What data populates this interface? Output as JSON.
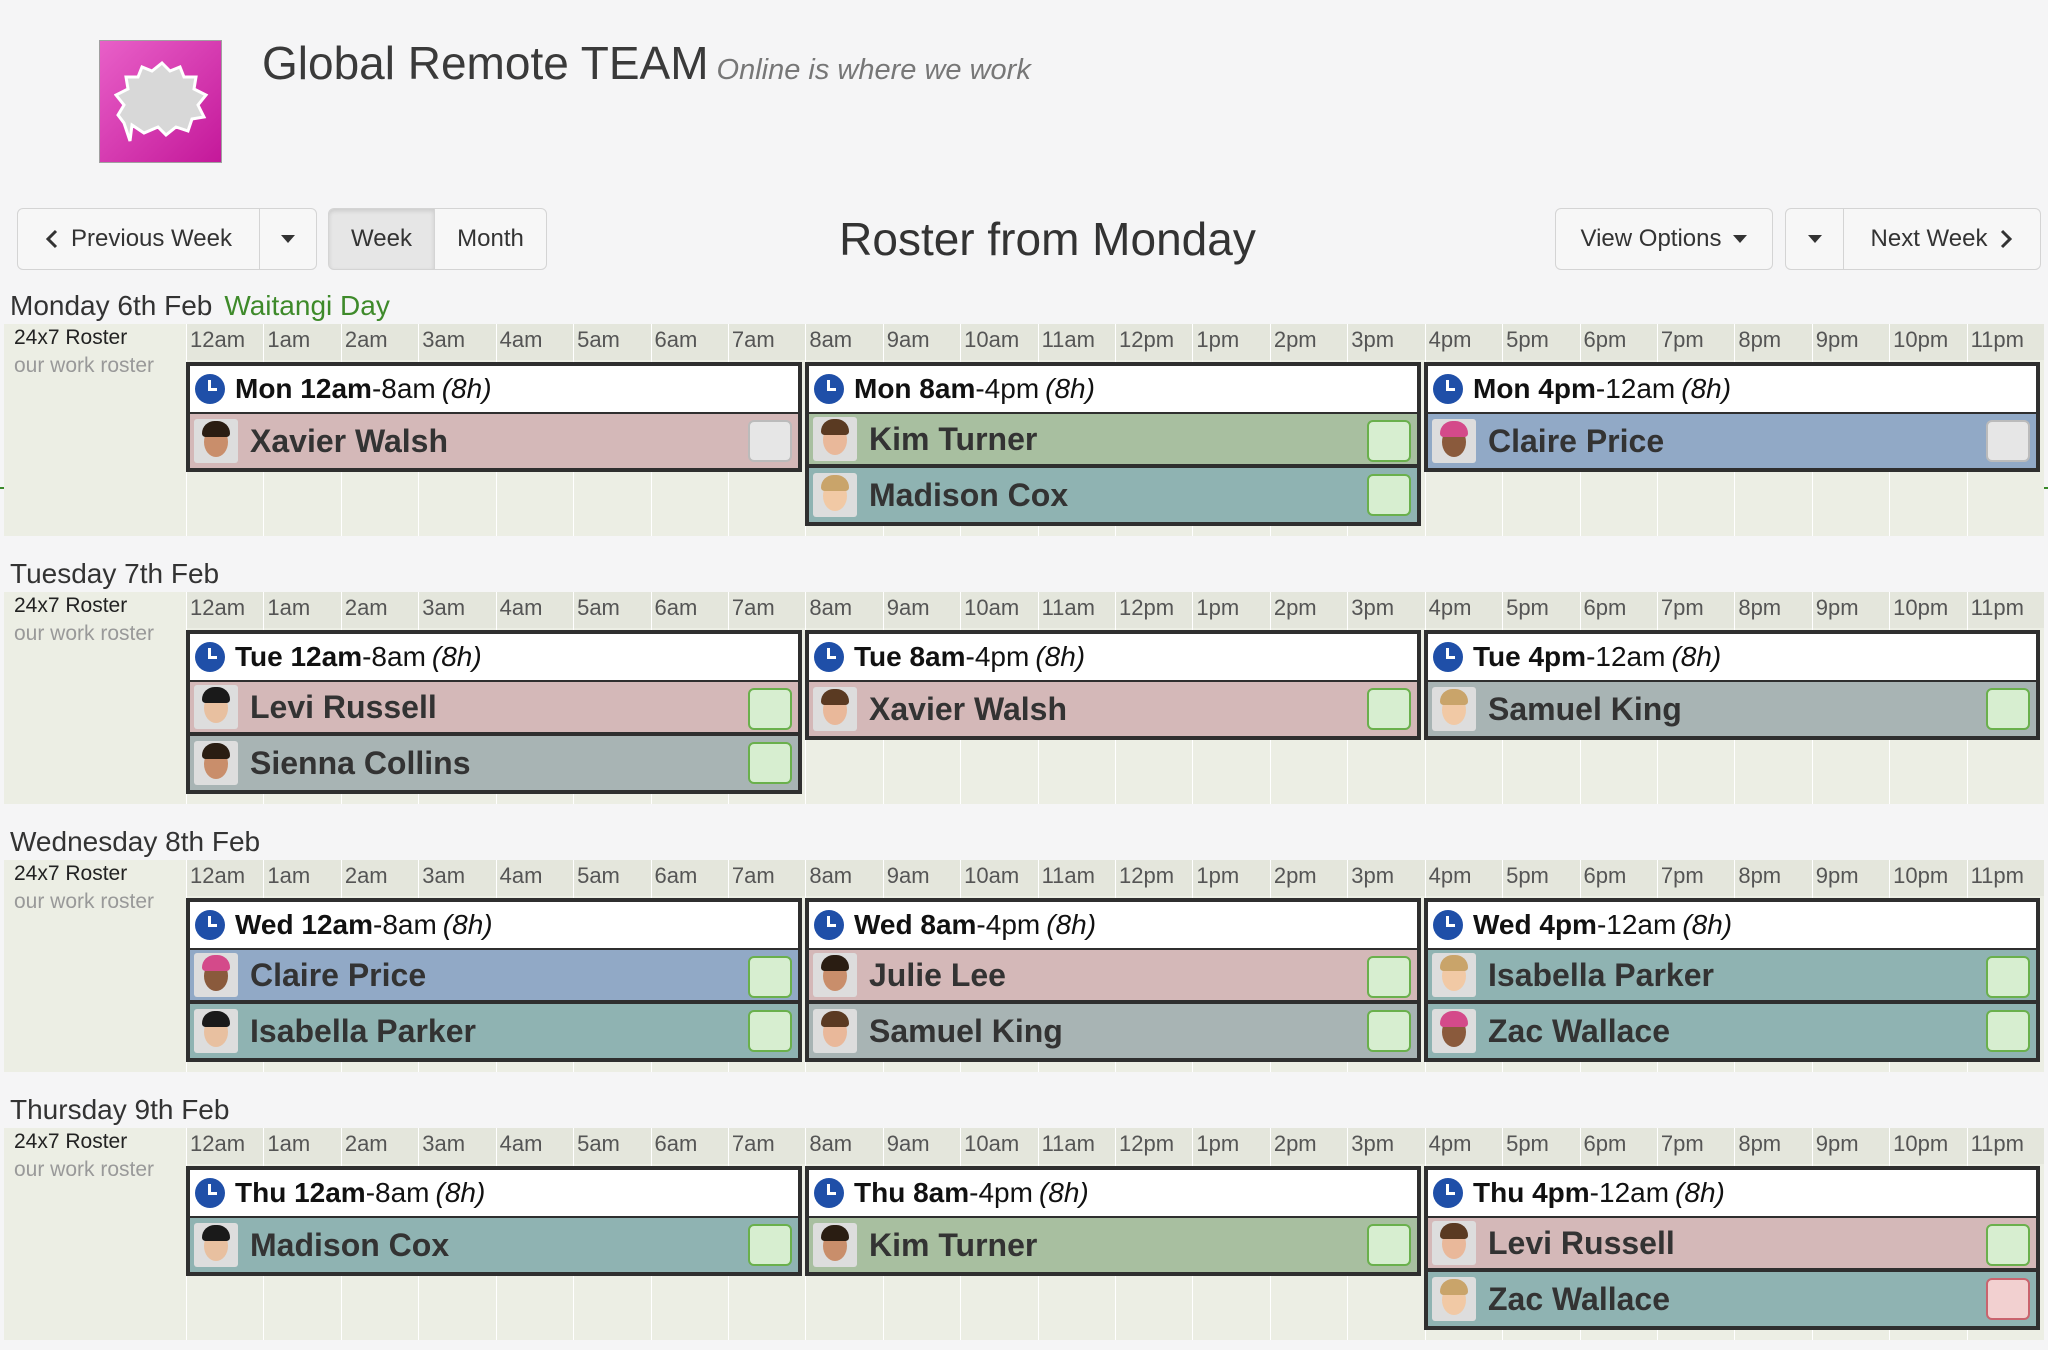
{
  "header": {
    "app_title": "Global Remote TEAM",
    "tagline": "Online is where we work",
    "logo": "speech-bubble-logo"
  },
  "toolbar": {
    "prev_label": "Previous Week",
    "week_label": "Week",
    "month_label": "Month",
    "title": "Roster from Monday",
    "view_options_label": "View Options",
    "next_label": "Next Week"
  },
  "hours": [
    "12am",
    "1am",
    "2am",
    "3am",
    "4am",
    "5am",
    "6am",
    "7am",
    "8am",
    "9am",
    "10am",
    "11am",
    "12pm",
    "1pm",
    "2pm",
    "3pm",
    "4pm",
    "5pm",
    "6pm",
    "7pm",
    "8pm",
    "9pm",
    "10pm",
    "11pm"
  ],
  "colors": {
    "accent": "#3a8a2a",
    "clock": "#1f4fa8",
    "pink": "#d4b8b8",
    "green": "#a8bfa0",
    "blue": "#91a9c6",
    "teal": "#8fb3b2",
    "grey": "#a8b4b4"
  },
  "days": [
    {
      "title": "Monday 6th Feb",
      "holiday": "Waitangi Day",
      "roster_name": "24x7 Roster",
      "roster_desc": "our work roster",
      "shifts": [
        {
          "start": "Mon 12am",
          "end": "-8am",
          "dur": "(8h)",
          "people": [
            {
              "name": "Xavier Walsh",
              "color": "pink",
              "check": "grey"
            }
          ]
        },
        {
          "start": "Mon 8am",
          "end": "-4pm",
          "dur": "(8h)",
          "people": [
            {
              "name": "Kim Turner",
              "color": "green",
              "check": "green"
            },
            {
              "name": "Madison Cox",
              "color": "teal",
              "check": "green"
            }
          ]
        },
        {
          "start": "Mon 4pm",
          "end": "-12am",
          "dur": "(8h)",
          "people": [
            {
              "name": "Claire Price",
              "color": "blue",
              "check": "grey"
            }
          ]
        }
      ]
    },
    {
      "title": "Tuesday 7th Feb",
      "holiday": "",
      "roster_name": "24x7 Roster",
      "roster_desc": "our work roster",
      "shifts": [
        {
          "start": "Tue 12am",
          "end": "-8am",
          "dur": "(8h)",
          "people": [
            {
              "name": "Levi Russell",
              "color": "pink",
              "check": "green"
            },
            {
              "name": "Sienna Collins",
              "color": "grey",
              "check": "green"
            }
          ]
        },
        {
          "start": "Tue 8am",
          "end": "-4pm",
          "dur": "(8h)",
          "people": [
            {
              "name": "Xavier Walsh",
              "color": "pink",
              "check": "green"
            }
          ]
        },
        {
          "start": "Tue 4pm",
          "end": "-12am",
          "dur": "(8h)",
          "people": [
            {
              "name": "Samuel King",
              "color": "grey",
              "check": "green"
            }
          ]
        }
      ]
    },
    {
      "title": "Wednesday 8th Feb",
      "holiday": "",
      "roster_name": "24x7 Roster",
      "roster_desc": "our work roster",
      "shifts": [
        {
          "start": "Wed 12am",
          "end": "-8am",
          "dur": "(8h)",
          "people": [
            {
              "name": "Claire Price",
              "color": "blue",
              "check": "green"
            },
            {
              "name": "Isabella Parker",
              "color": "teal",
              "check": "green"
            }
          ]
        },
        {
          "start": "Wed 8am",
          "end": "-4pm",
          "dur": "(8h)",
          "people": [
            {
              "name": "Julie Lee",
              "color": "pink",
              "check": "green"
            },
            {
              "name": "Samuel King",
              "color": "grey",
              "check": "green"
            }
          ]
        },
        {
          "start": "Wed 4pm",
          "end": "-12am",
          "dur": "(8h)",
          "people": [
            {
              "name": "Isabella Parker",
              "color": "teal",
              "check": "green"
            },
            {
              "name": "Zac Wallace",
              "color": "teal",
              "check": "green"
            }
          ]
        }
      ]
    },
    {
      "title": "Thursday 9th Feb",
      "holiday": "",
      "roster_name": "24x7 Roster",
      "roster_desc": "our work roster",
      "shifts": [
        {
          "start": "Thu 12am",
          "end": "-8am",
          "dur": "(8h)",
          "people": [
            {
              "name": "Madison Cox",
              "color": "teal",
              "check": "green"
            }
          ]
        },
        {
          "start": "Thu 8am",
          "end": "-4pm",
          "dur": "(8h)",
          "people": [
            {
              "name": "Kim Turner",
              "color": "green",
              "check": "green"
            }
          ]
        },
        {
          "start": "Thu 4pm",
          "end": "-12am",
          "dur": "(8h)",
          "people": [
            {
              "name": "Levi Russell",
              "color": "pink",
              "check": "green"
            },
            {
              "name": "Zac Wallace",
              "color": "teal",
              "check": "pink"
            }
          ]
        }
      ]
    }
  ]
}
